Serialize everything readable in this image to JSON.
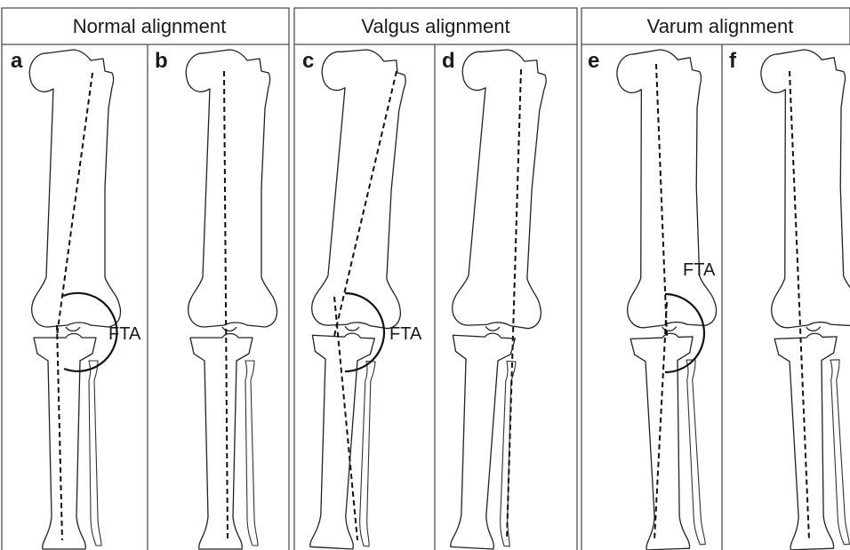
{
  "groups": [
    {
      "title": "Normal alignment"
    },
    {
      "title": "Valgus alignment"
    },
    {
      "title": "Varum alignment"
    }
  ],
  "panels": [
    {
      "letter": "a"
    },
    {
      "letter": "b"
    },
    {
      "letter": "c"
    },
    {
      "letter": "d"
    },
    {
      "letter": "e"
    },
    {
      "letter": "f"
    }
  ],
  "annotations": {
    "angle_label": "FTA"
  },
  "colors": {
    "line": "#111111",
    "background": "#ffffff"
  }
}
